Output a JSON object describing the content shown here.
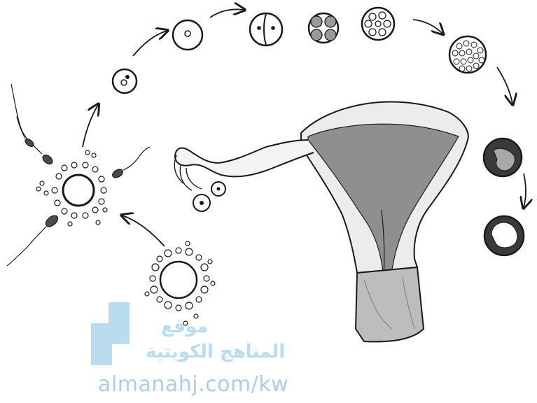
{
  "diagram": {
    "stages": [
      "sperm-surrounded-egg",
      "fertilized-egg",
      "zygote",
      "two-cell",
      "four-cell",
      "eight-cell",
      "morula",
      "blastocyst",
      "implanting-blastocyst"
    ],
    "colors": {
      "ink": "#1a1a1a",
      "uterus_fill": "#8f8f8f",
      "watermark": "#b9dcef"
    }
  },
  "watermark": {
    "site_label": "موقع",
    "name": "المناهج الكويتية",
    "url": "almanahj.com/kw"
  }
}
